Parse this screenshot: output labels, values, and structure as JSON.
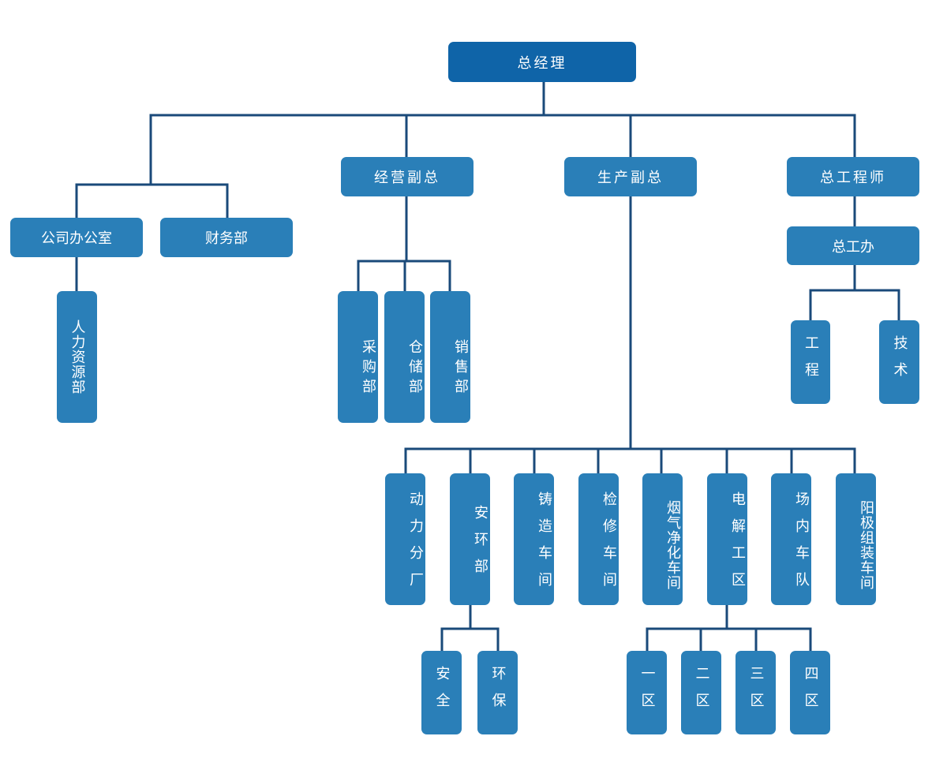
{
  "nodes": {
    "gm": "总经理",
    "biz_vp": "经营副总",
    "prod_vp": "生产副总",
    "chief_eng": "总工程师",
    "office": "公司办公室",
    "finance": "财务部",
    "hr": "人力资源部",
    "purchase": "采购部",
    "storage": "仓储部",
    "sales": "销售部",
    "chief_office": "总工办",
    "engineering": "工程",
    "technology": "技术",
    "power": "动力分厂",
    "safety_env": "安环部",
    "casting": "铸造车间",
    "maintenance": "检修车间",
    "fume": "烟气净化车间",
    "electrolysis": "电解工区",
    "yard_fleet": "场内车队",
    "anode": "阳极组装车间",
    "safety": "安全",
    "environment": "环保",
    "zone1": "一区",
    "zone2": "二区",
    "zone3": "三区",
    "zone4": "四区"
  },
  "colors": {
    "box": "#2a7fb8",
    "top_box": "#0f64a8",
    "line": "#1a4a7a",
    "text": "#ffffff"
  }
}
